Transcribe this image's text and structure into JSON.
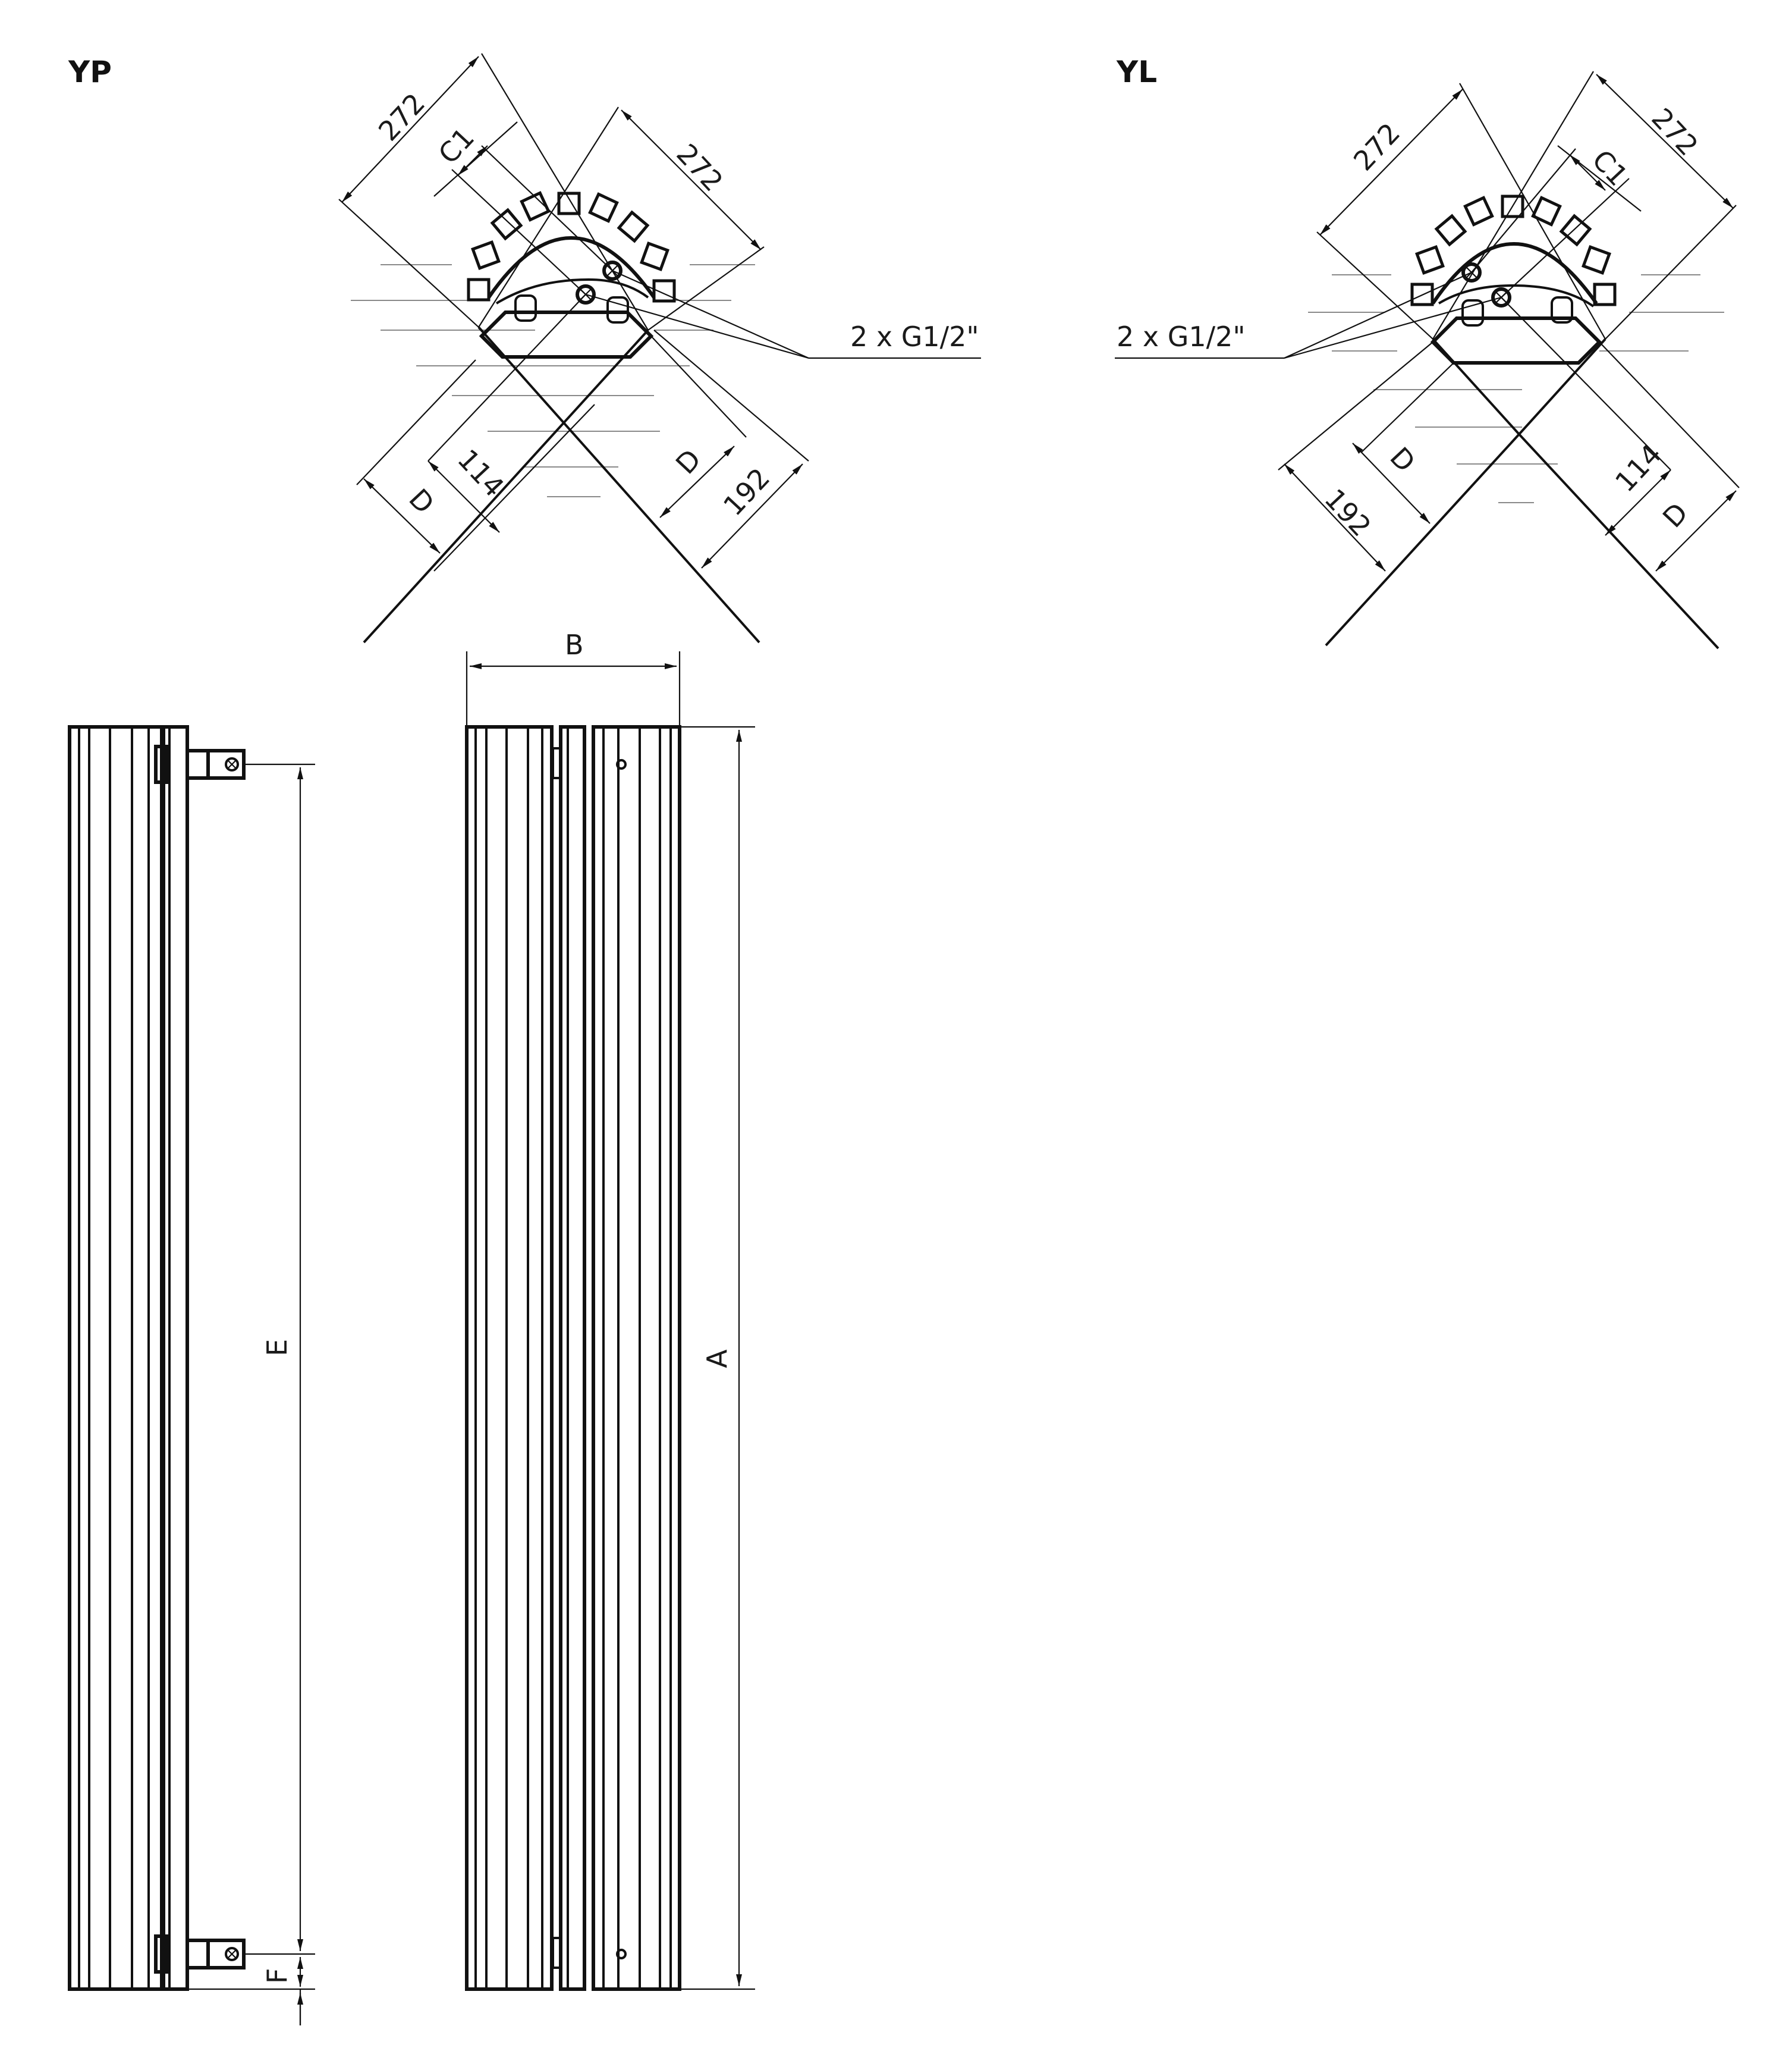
{
  "variants": {
    "yp": {
      "title": "YP",
      "dim_272_a": "272",
      "dim_272_b": "272",
      "dim_c1": "C1",
      "dim_114": "114",
      "dim_d_a": "D",
      "dim_d_b": "D",
      "dim_192": "192",
      "connection": "2 x G1/2\""
    },
    "yl": {
      "title": "YL",
      "dim_272_a": "272",
      "dim_272_b": "272",
      "dim_c1": "C1",
      "dim_114": "114",
      "dim_d_a": "D",
      "dim_d_b": "D",
      "dim_192": "192",
      "connection": "2 x G1/2\""
    }
  },
  "elevations": {
    "side": {
      "dim_e": "E",
      "dim_f": "F"
    },
    "front": {
      "dim_a": "A",
      "dim_b": "B"
    }
  }
}
